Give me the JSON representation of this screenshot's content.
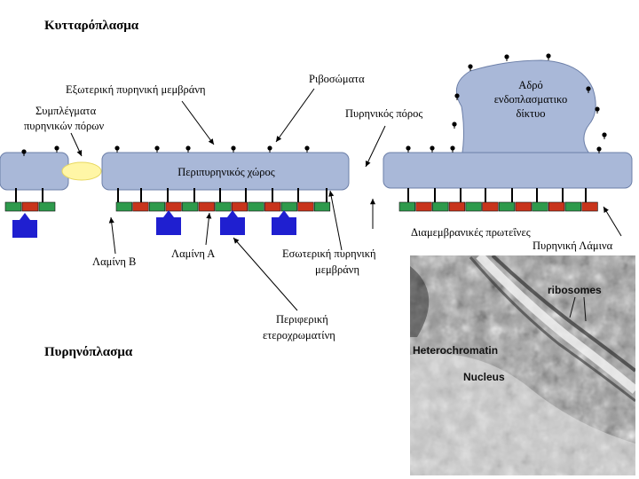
{
  "labels": {
    "cytoplasm": "Κυτταρόπλασμα",
    "nucleoplasm": "Πυρηνόπλασμα",
    "outer_membrane": "Εξωτερική πυρηνική μεμβράνη",
    "ribosomes": "Ριβοσώματα",
    "pore_complexes_line1": "Συμπλέγματα",
    "pore_complexes_line2": "πυρηνικών πόρων",
    "nuclear_pore": "Πυρηνικός πόρος",
    "rough_er_line1": "Αδρό",
    "rough_er_line2": "ενδοπλασματικο",
    "rough_er_line3": "δίκτυο",
    "perinuclear_space": "Περιπυρηνικός χώρος",
    "inner_membrane_line1": "Εσωτερική πυρηνική",
    "inner_membrane_line2": "μεμβράνη",
    "lamin_b": "Λαμίνη Β",
    "lamin_a": "Λαμίνη Α",
    "peripheral_hc_line1": "Περιφερική",
    "peripheral_hc_line2": "ετεροχρωματίνη",
    "transmembrane_proteins": "Διαμεμβρανικές πρωτεΐνες",
    "nuclear_lamina": "Πυρηνική Λάμινα"
  },
  "micrograph": {
    "ribosomes": "ribosomes",
    "heterochromatin": "Heterochromatin",
    "nucleus": "Nucleus"
  },
  "colors": {
    "membrane": "#a9b8d8",
    "membrane_edge": "#6c7fa8",
    "pore": "#fff6a6",
    "lamina_green": "#2e9a4c",
    "lamina_red": "#c8341c",
    "lamin_protein": "#1f1fd0"
  }
}
